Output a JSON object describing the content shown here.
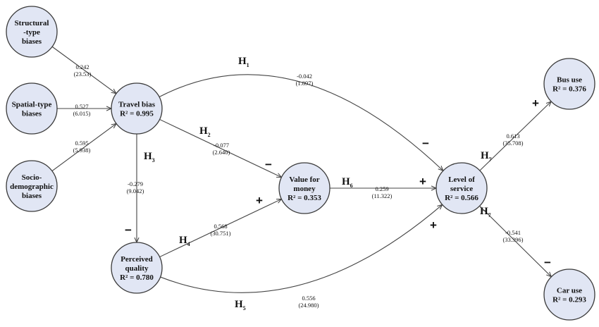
{
  "nodes": {
    "structural": {
      "lines": [
        "Structural",
        "-type",
        "biases"
      ]
    },
    "spatial": {
      "lines": [
        "Spatial-type",
        "biases"
      ]
    },
    "socio": {
      "lines": [
        "Socio-",
        "demographic",
        "biases"
      ]
    },
    "travel_bias": {
      "lines": [
        "Travel bias"
      ],
      "r2": "R² = 0.995"
    },
    "perceived_quality": {
      "lines": [
        "Perceived",
        "quality"
      ],
      "r2": "R² = 0.780"
    },
    "value_for_money": {
      "lines": [
        "Value for",
        "money"
      ],
      "r2": "R² = 0.353"
    },
    "level_of_service": {
      "lines": [
        "Level of",
        "service"
      ],
      "r2": "R² = 0.566"
    },
    "bus_use": {
      "lines": [
        "Bus use"
      ],
      "r2": "R² = 0.376"
    },
    "car_use": {
      "lines": [
        "Car use"
      ],
      "r2": "R² = 0.293"
    }
  },
  "edges": [
    {
      "id": "structural-travel",
      "from": "structural",
      "to": "travel_bias",
      "coef": "0.242",
      "t": "(23.53)"
    },
    {
      "id": "spatial-travel",
      "from": "spatial",
      "to": "travel_bias",
      "coef": "0.527",
      "t": "(6.015)"
    },
    {
      "id": "socio-travel",
      "from": "socio",
      "to": "travel_bias",
      "coef": "0.595",
      "t": "(5.938)"
    },
    {
      "id": "h1",
      "from": "travel_bias",
      "to": "level_of_service",
      "coef": "-0.042",
      "t": "(1.897)",
      "hyp": "H",
      "hyp_sub": "1",
      "sign": "−"
    },
    {
      "id": "h2",
      "from": "travel_bias",
      "to": "value_for_money",
      "coef": "-0.077",
      "t": "(2.640)",
      "hyp": "H",
      "hyp_sub": "2",
      "sign": "−"
    },
    {
      "id": "h3",
      "from": "travel_bias",
      "to": "perceived_quality",
      "coef": "-0.279",
      "t": "(9.042)",
      "hyp": "H",
      "hyp_sub": "3",
      "sign": "−"
    },
    {
      "id": "h4",
      "from": "perceived_quality",
      "to": "value_for_money",
      "coef": "0.568",
      "t": "(30.751)",
      "hyp": "H",
      "hyp_sub": "4",
      "sign": "+"
    },
    {
      "id": "h5",
      "from": "perceived_quality",
      "to": "level_of_service",
      "coef": "0.556",
      "t": "(24.980)",
      "hyp": "H",
      "hyp_sub": "5",
      "sign": "+"
    },
    {
      "id": "h6",
      "from": "value_for_money",
      "to": "level_of_service",
      "coef": "0.259",
      "t": "(11.322)",
      "hyp": "H",
      "hyp_sub": "6",
      "sign": "+"
    },
    {
      "id": "h7-bus",
      "from": "level_of_service",
      "to": "bus_use",
      "coef": "0.613",
      "t": "(35.708)",
      "hyp": "H",
      "hyp_sub": "7",
      "sign": "+"
    },
    {
      "id": "h7-car",
      "from": "level_of_service",
      "to": "car_use",
      "coef": "-0.541",
      "t": "(33.396)",
      "hyp": "H",
      "hyp_sub": "7",
      "sign": "−"
    }
  ]
}
